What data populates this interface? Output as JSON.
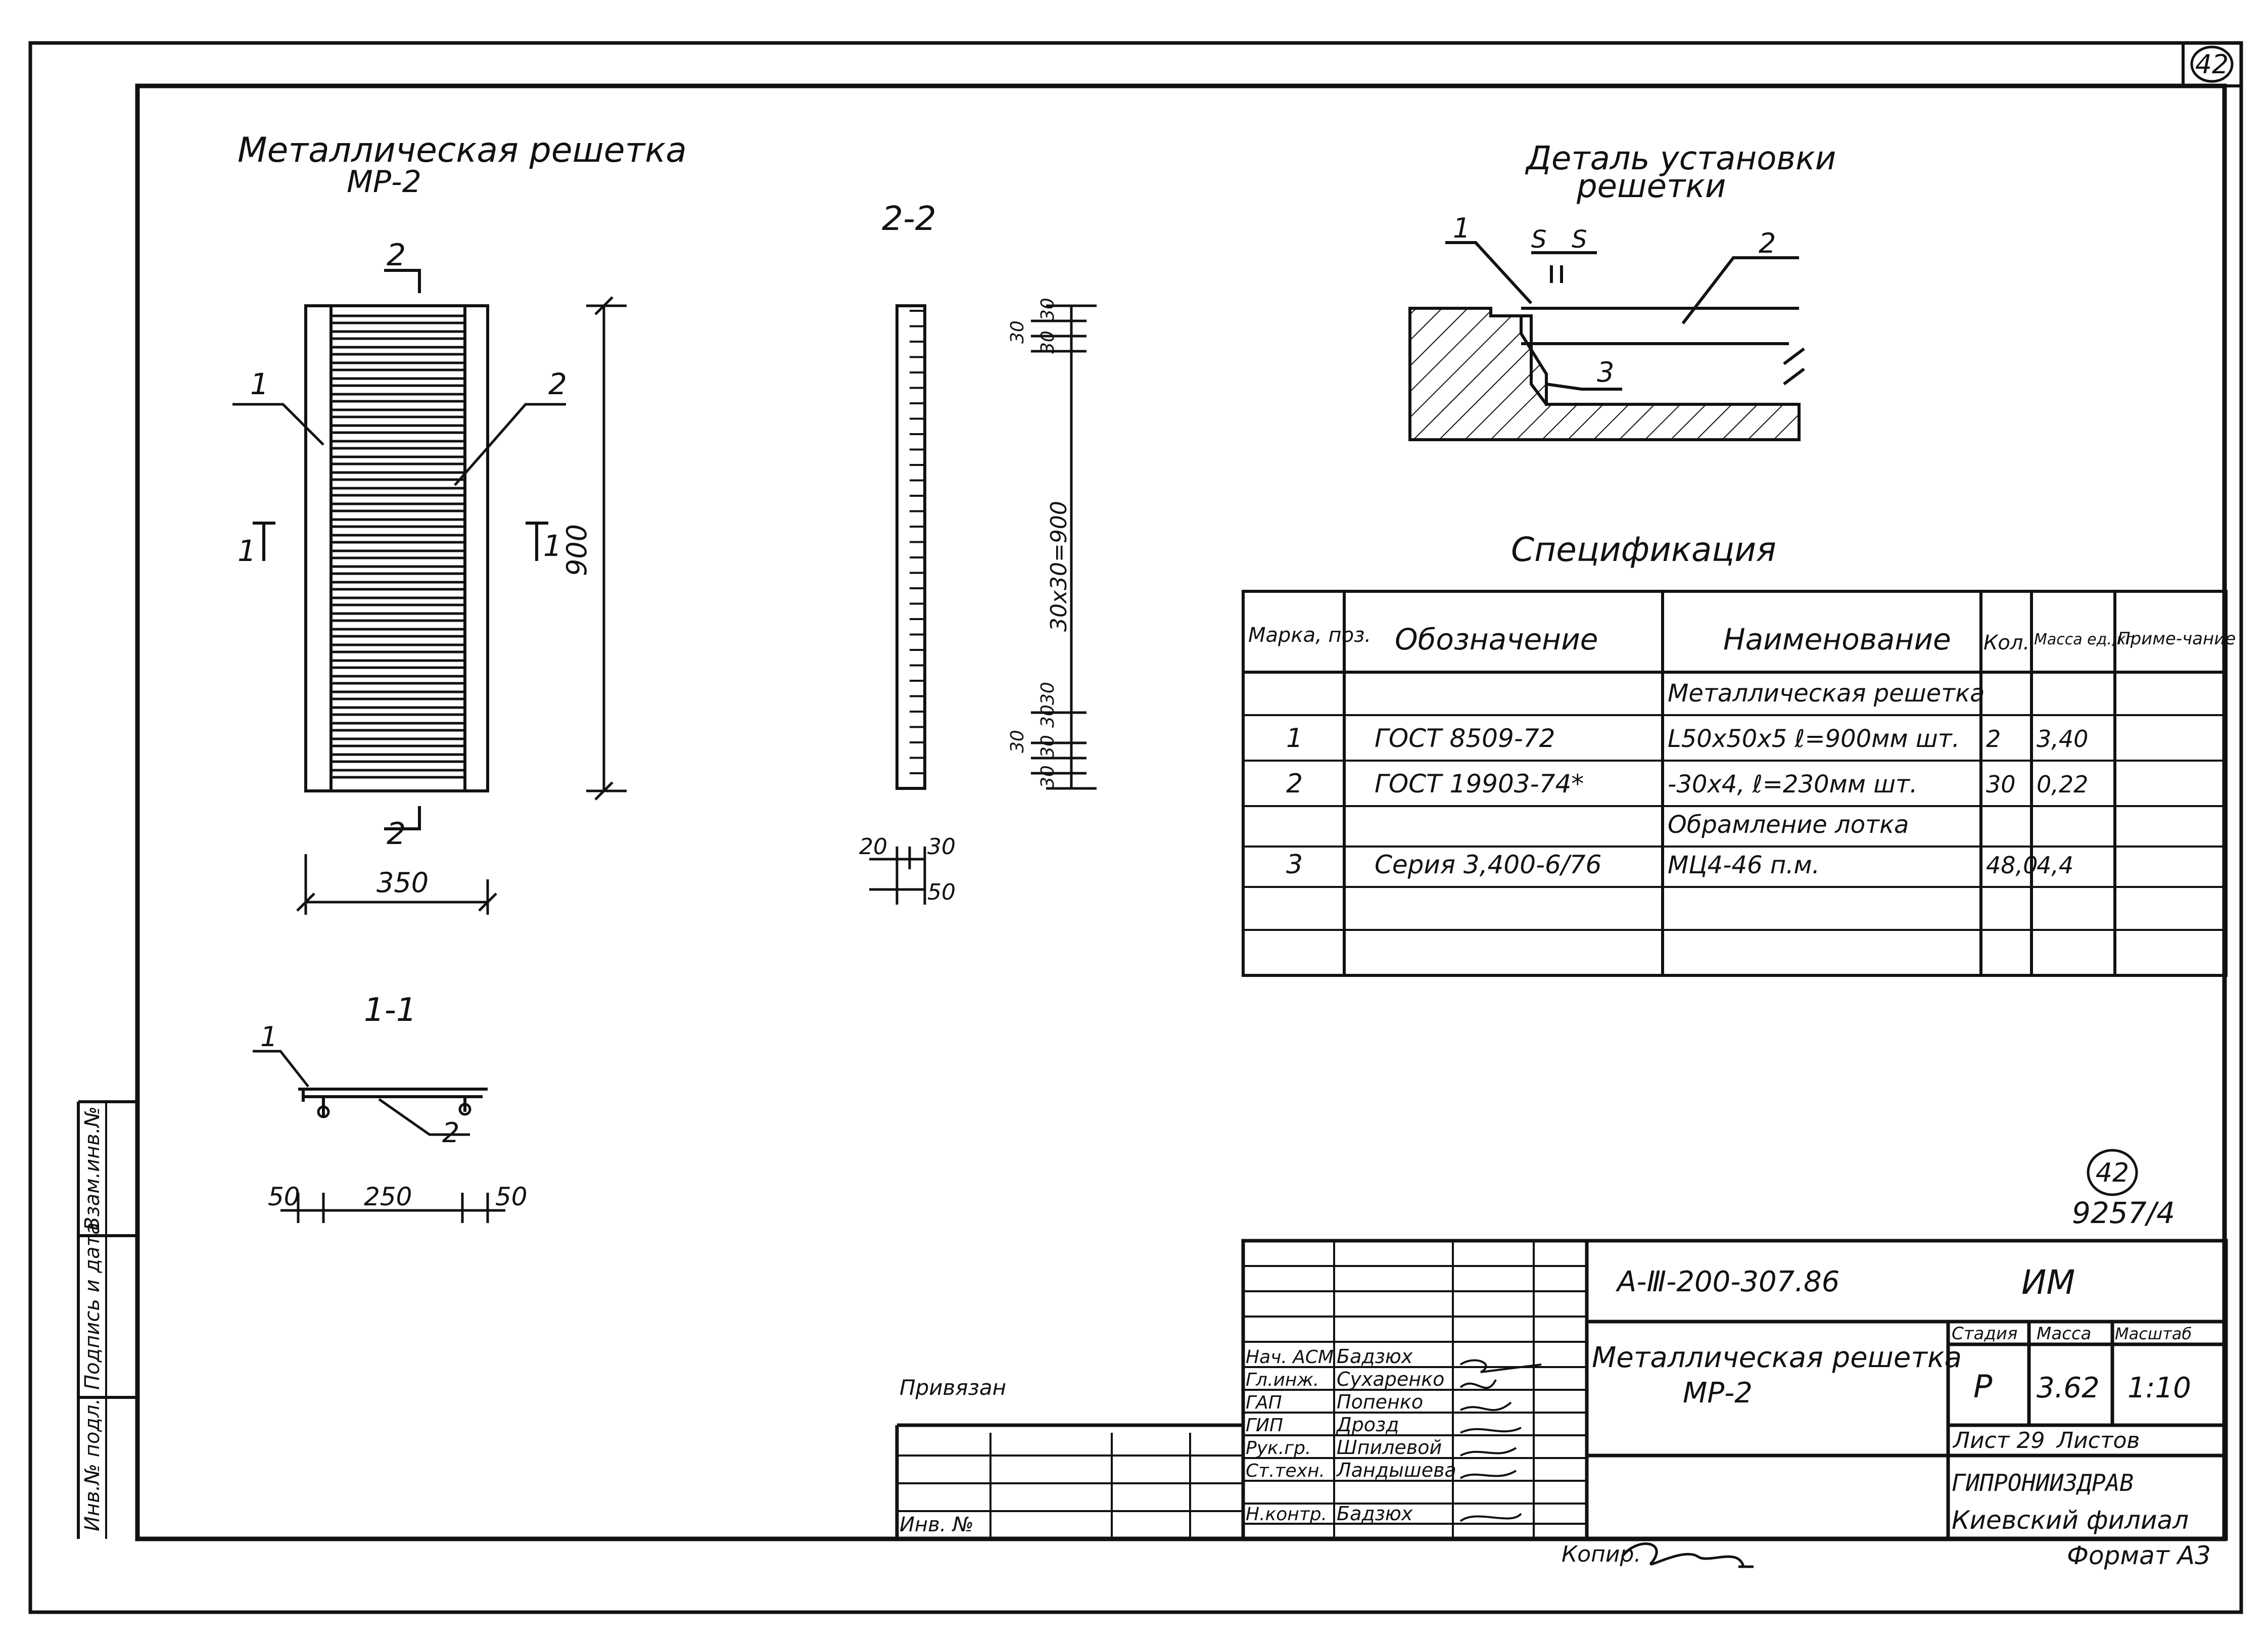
{
  "sheet_number": "42",
  "grate": {
    "title_line1": "Металлическая   решетка",
    "title_line2": "МР-2",
    "label_1": "1",
    "label_2": "2",
    "cut_2_top": "2",
    "cut_2_bottom": "2",
    "cut_1_left": "1",
    "cut_1_right": "1",
    "dim_height": "900",
    "dim_width": "350"
  },
  "section_2_2": {
    "title": "2-2",
    "dim_top_a": "30",
    "dim_top_b": "30",
    "dim_top_c": "30",
    "dim_middle": "30x30=900",
    "dim_bot_a": "30",
    "dim_bot_b": "30",
    "dim_bot_c": "30",
    "dim_bot_d": "30",
    "dim_bot_e": "30",
    "dim_w1": "20",
    "dim_w2": "30",
    "dim_w3": "50"
  },
  "section_1_1": {
    "title": "1-1",
    "label_1": "1",
    "label_2": "2",
    "dim_left": "50",
    "dim_mid": "250",
    "dim_right": "50"
  },
  "detail": {
    "title_line1": "Деталь  установки",
    "title_line2": "решетки",
    "label_1": "1",
    "label_2": "2",
    "label_3": "3",
    "label_s": "S",
    "label_s2": "S"
  },
  "spec": {
    "title": "Спецификация",
    "headers": [
      "Марка, поз.",
      "Обозначение",
      "Наименование",
      "Кол.",
      "Масса ед.,кг",
      "Приме-чание"
    ],
    "rows": [
      [
        "",
        "",
        "Металлическая решетка",
        "",
        "",
        ""
      ],
      [
        "1",
        "ГОСТ 8509-72",
        "L50x50x5  ℓ=900мм  шт.",
        "2",
        "3,40",
        ""
      ],
      [
        "2",
        "ГОСТ 19903-74*",
        "-30x4, ℓ=230мм   шт.",
        "30",
        "0,22",
        ""
      ],
      [
        "",
        "",
        "Обрамление лотка",
        "",
        "",
        ""
      ],
      [
        "3",
        "Серия 3,400-6/76",
        "МЦ4-46          п.м.",
        "48,0",
        "4,4",
        ""
      ],
      [
        "",
        "",
        "",
        "",
        "",
        ""
      ],
      [
        "",
        "",
        "",
        "",
        "",
        ""
      ]
    ]
  },
  "stamp": {
    "circle_num": "42",
    "doc_num": "9257/4",
    "code": "А-Ⅲ-200-307.86",
    "section": "ИМ",
    "title_line1": "Металлическая решетка",
    "title_line2": "МР-2",
    "stage_h": "Стадия",
    "mass_h": "Масса",
    "scale_h": "Масштаб",
    "stage": "Р",
    "mass": "3.62",
    "scale": "1:10",
    "sheet": "Лист 29",
    "sheets": "Листов",
    "org1": "ГИПРОНИИЗДРАВ",
    "org2": "Киевский филиал",
    "format": "Формат А3",
    "copy": "Копир.",
    "privyazan": "Привязан",
    "inv_no": "Инв. №",
    "roles": [
      "Нач. АСМ",
      "Гл.инж.",
      "ГАП",
      "ГИП",
      "Рук.гр.",
      "Ст.техн.",
      "Н.контр."
    ],
    "names": [
      "Бадзюх",
      "Сухаренко",
      "Попенко",
      "Дрозд",
      "Шпилевой",
      "Ландышева",
      "Бадзюх"
    ]
  },
  "side_strip": [
    "Инв.№ подл.",
    "Подпись и дата",
    "Взам.инв.№"
  ]
}
